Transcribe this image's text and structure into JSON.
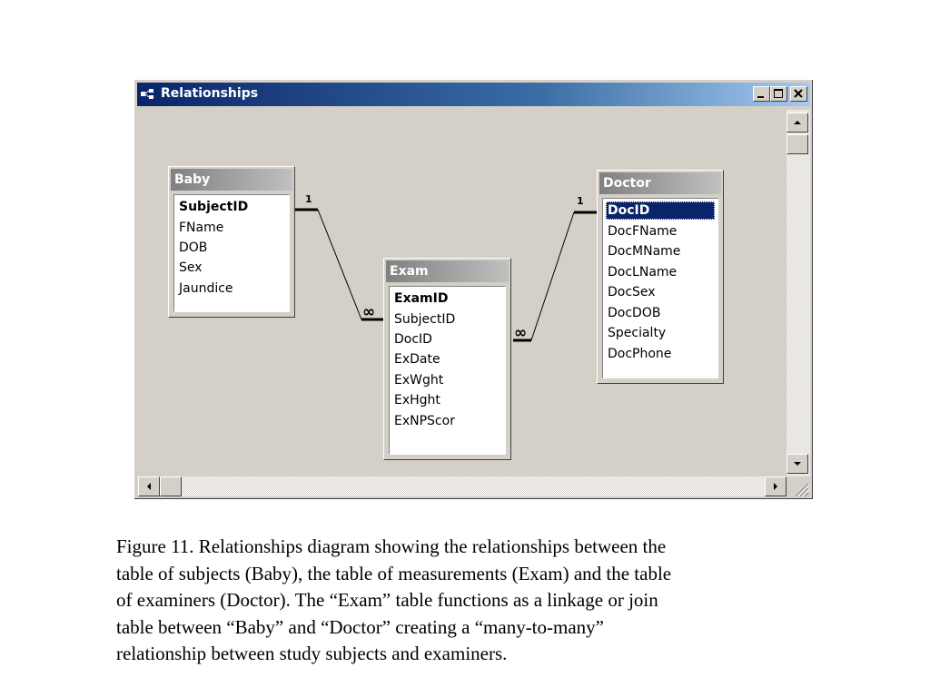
{
  "window": {
    "title": "Relationships"
  },
  "tables": {
    "baby": {
      "title": "Baby",
      "fields": [
        "SubjectID",
        "FName",
        "DOB",
        "Sex",
        "Jaundice"
      ],
      "key": "SubjectID"
    },
    "exam": {
      "title": "Exam",
      "fields": [
        "ExamID",
        "SubjectID",
        "DocID",
        "ExDate",
        "ExWght",
        "ExHght",
        "ExNPScor"
      ],
      "key": "ExamID"
    },
    "doctor": {
      "title": "Doctor",
      "fields": [
        "DocID",
        "DocFName",
        "DocMName",
        "DocLName",
        "DocSex",
        "DocDOB",
        "Specialty",
        "DocPhone"
      ],
      "key": "DocID",
      "selected": "DocID"
    }
  },
  "relationships": [
    {
      "from": "Baby.SubjectID",
      "to": "Exam.SubjectID",
      "one_label": "1",
      "many_label": "∞"
    },
    {
      "from": "Doctor.DocID",
      "to": "Exam.DocID",
      "one_label": "1",
      "many_label": "∞"
    }
  ],
  "caption": {
    "lines": [
      "Figure 11. Relationships diagram showing the relationships between the",
      "table of subjects (Baby), the table of measurements (Exam) and the table",
      "of examiners (Doctor).  The “Exam” table functions as a linkage or join",
      "table between “Baby” and “Doctor” creating a “many-to-many”",
      "relationship between study subjects and examiners."
    ]
  }
}
